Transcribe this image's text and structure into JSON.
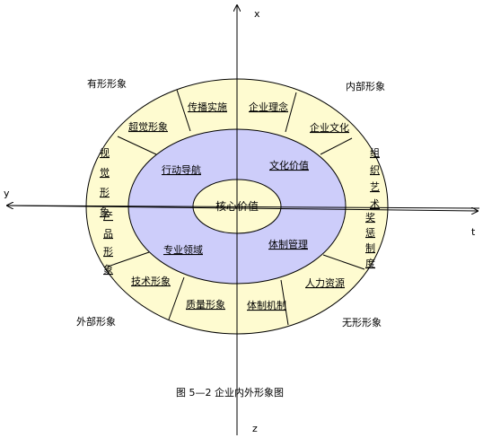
{
  "axes": {
    "x": "x",
    "y": "y",
    "t": "t",
    "z": "z"
  },
  "quadrants": {
    "top_left": "有形形象",
    "top_right": "内部形象",
    "bottom_left": "外部形象",
    "bottom_right": "无形形象"
  },
  "outer_ring": {
    "chuanbo": "传播实施",
    "linian": "企业理念",
    "chaojue": "超觉形象",
    "wenhua": "企业文化",
    "shijue": "视觉形象",
    "zuzhi": "组织艺术",
    "chanpin": "产品形象",
    "jianzheng": "奖惩制度",
    "jishu": "技术形象",
    "renli": "人力资源",
    "zhiliang": "质量形象",
    "jizhi": "体制机制"
  },
  "middle_ring": {
    "xingdong": "行动导航",
    "wenhua_jiazhi": "文化价值",
    "zhuanye": "专业领域",
    "tizhi": "体制管理"
  },
  "core": "核心价值",
  "caption": "图 5—2 企业内外形象图",
  "colors": {
    "outer_ring": "#fefbd0",
    "middle_ring": "#cdcdfa",
    "core": "#fefbd0",
    "stroke": "#000000"
  }
}
